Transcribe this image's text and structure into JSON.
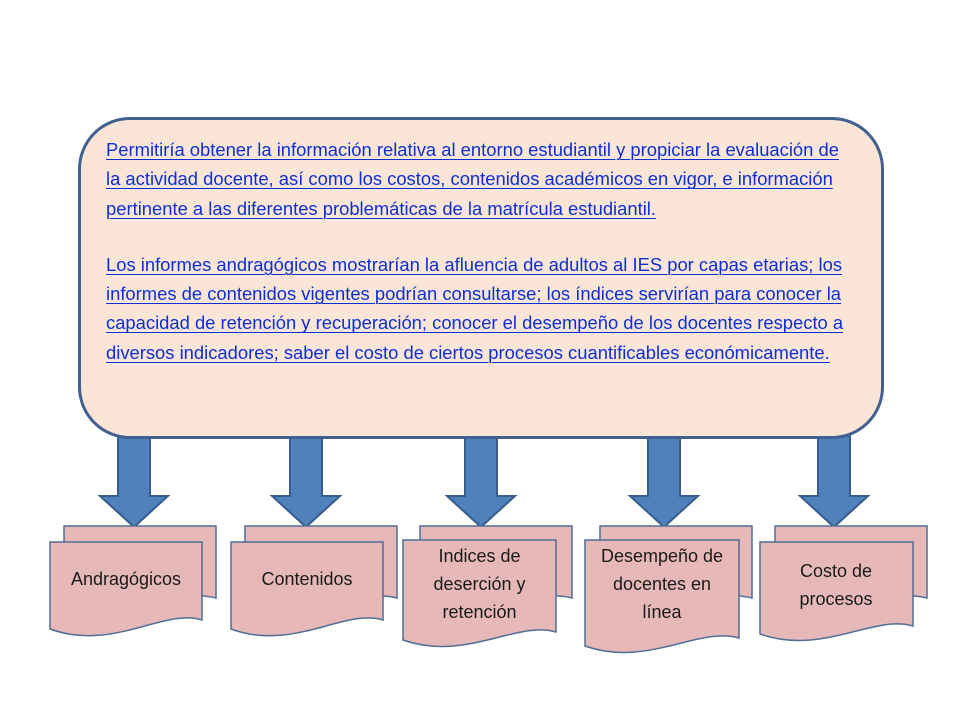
{
  "callout": {
    "paragraph_1": "Permitiría obtener la información relativa al entorno estudiantil y propiciar la evaluación de la actividad docente, así como los costos, contenidos académicos en vigor, e información pertinente a las diferentes problemáticas de la matrícula estudiantil.",
    "paragraph_2": "Los informes andragógicos mostrarían la afluencia de adultos al IES por capas etarias; los informes de contenidos vigentes podrían consultarse; los índices servirían para conocer la capacidad de retención  y recuperación; conocer el desempeño de los docentes respecto a diversos indicadores;  saber el costo de ciertos procesos cuantificables económicamente."
  },
  "documents": [
    {
      "label": "Andragógicos"
    },
    {
      "label": "Contenidos"
    },
    {
      "label": "Indices de deserción y retención"
    },
    {
      "label": "Desempeño de docentes en línea"
    },
    {
      "label": "Costo de procesos"
    }
  ],
  "colors": {
    "callout_fill": "#fbe5d6",
    "callout_border": "#41608f",
    "link_text": "#0b30d6",
    "arrow_fill": "#4f81bd",
    "arrow_stroke": "#385d8a",
    "doc_fill": "#e6b9b8",
    "doc_stroke": "#4f6f96"
  }
}
